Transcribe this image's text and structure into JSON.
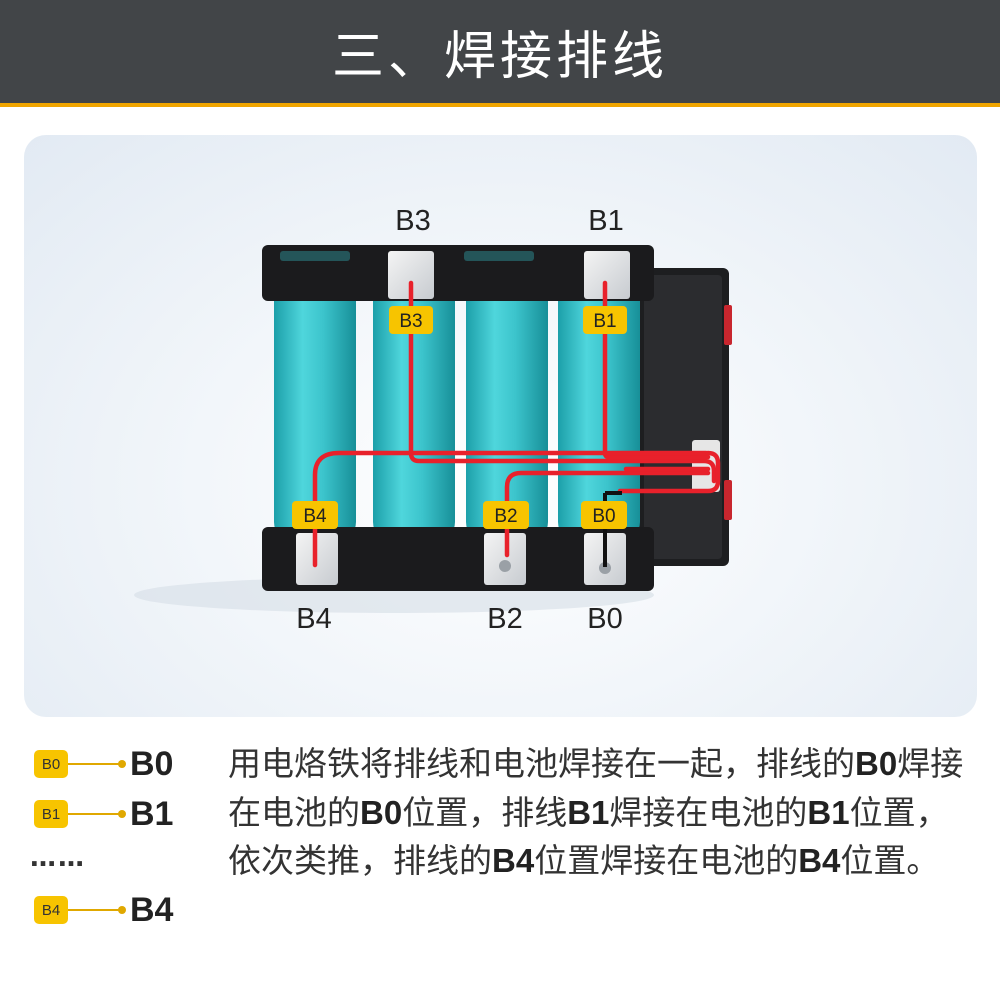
{
  "header": {
    "title": "三、焊接排线"
  },
  "diagram": {
    "callouts": [
      "B3",
      "B1",
      "B4",
      "B2",
      "B0"
    ],
    "tags": [
      "B3",
      "B1",
      "B4",
      "B2",
      "B0"
    ]
  },
  "colors": {
    "header_bg": "#424548",
    "accent": "#f0a500",
    "tag": "#f7c400",
    "cell": "#3fc8d0",
    "wire": "#e8212b"
  },
  "legend": {
    "rows": [
      {
        "chip": "B0",
        "label": "B0"
      },
      {
        "chip": "B1",
        "label": "B1"
      },
      {
        "chip": "B4",
        "label": "B4"
      }
    ],
    "ellipsis": "……"
  },
  "description": {
    "parts": [
      "用电烙铁将排线和电池焊接在一起，排线的",
      "B0",
      "焊接在电池的",
      "B0",
      "位置，排线",
      "B1",
      "焊接在电池的",
      "B1",
      "位置，依次类推，排线的",
      "B4",
      "位置焊接在电池的",
      "B4",
      "位置。"
    ]
  }
}
